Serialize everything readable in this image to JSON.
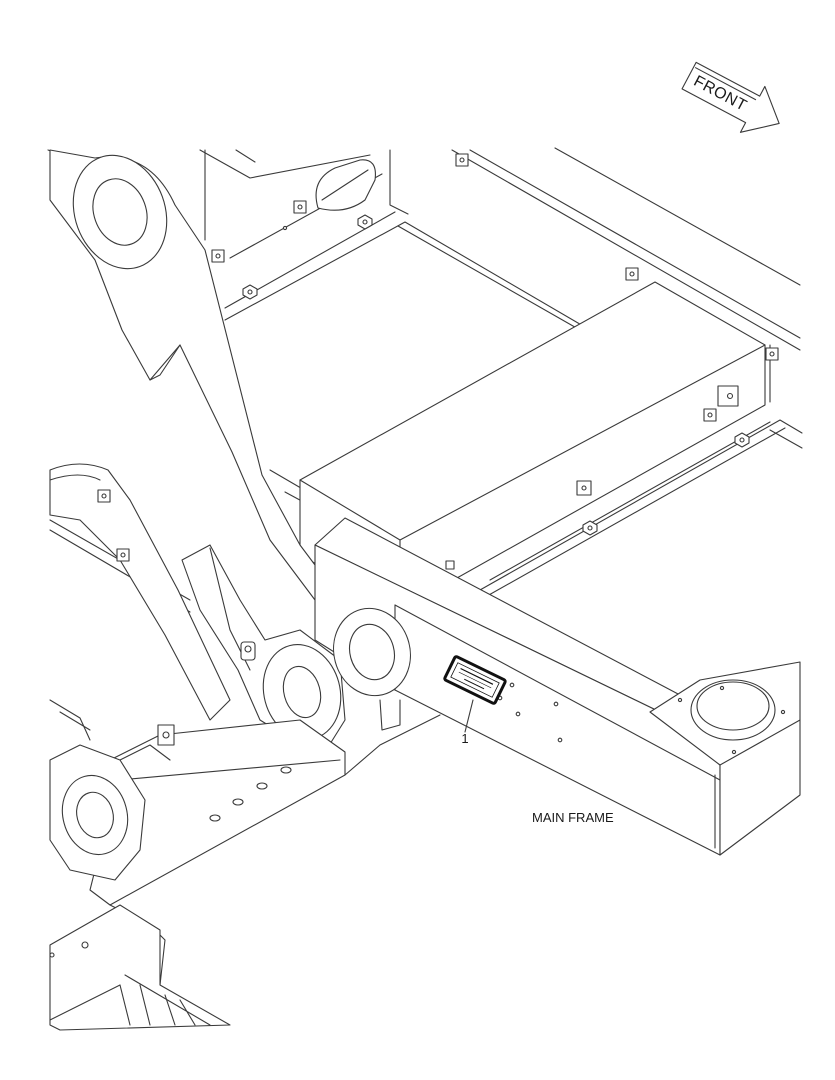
{
  "direction_arrow": {
    "label": "FRONT"
  },
  "callouts": [
    {
      "number": "1"
    }
  ],
  "caption": "MAIN FRAME",
  "icons": [
    "front-direction-arrow-icon",
    "label-plate-icon"
  ]
}
